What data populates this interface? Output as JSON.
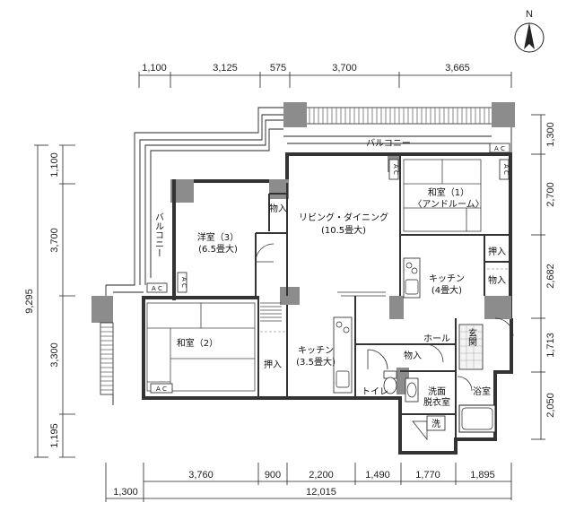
{
  "compass": {
    "north_label": "N"
  },
  "dimensions": {
    "top": [
      "1,100",
      "3,125",
      "575",
      "3,700",
      "3,665"
    ],
    "left_total": "9,295",
    "left": [
      "1,100",
      "3,700",
      "3,300",
      "1,195"
    ],
    "right": [
      "1,300",
      "2,700",
      "2,682",
      "1,713",
      "2,050"
    ],
    "bottom": [
      "3,760",
      "900",
      "2,200",
      "1,490",
      "1,770",
      "1,895"
    ],
    "bottom_outer": [
      "1,300",
      "12,015"
    ]
  },
  "rooms": {
    "balcony_top": "バルコニー",
    "balcony_left": "バルコニー",
    "western_room": [
      "洋室（3）",
      "(6.5畳大)"
    ],
    "living_dining": [
      "リビング・ダイニング",
      "(10.5畳大)"
    ],
    "japanese_room_1": [
      "和室（1）",
      "〈アンドルーム〉"
    ],
    "kitchen_4": [
      "キッチン",
      "(4畳大)"
    ],
    "japanese_room_2": "和室（2）",
    "kitchen_35": [
      "キッチン",
      "(3.5畳大)"
    ],
    "hall": "ホール",
    "entrance": "玄関",
    "toilet": "トイレ",
    "washroom": [
      "洗面",
      "脱衣室"
    ],
    "bathroom": "浴室",
    "wash": "洗"
  },
  "storage": {
    "mono_western": "物入",
    "oshiire_1": "押入",
    "mono_kitchen": "物入",
    "oshiire_2": "押入",
    "mono_hall": "物入"
  },
  "ac": "A C"
}
